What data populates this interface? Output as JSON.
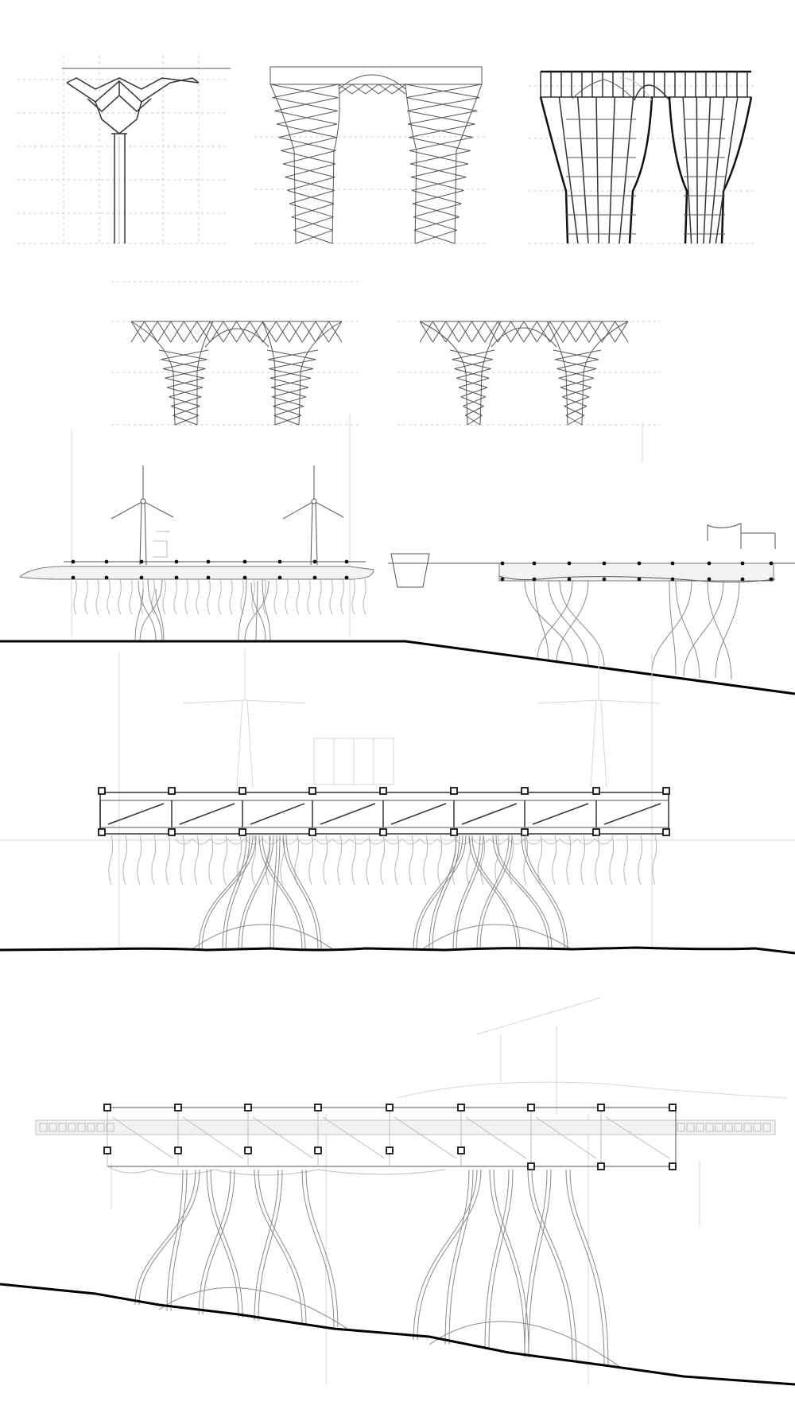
{
  "colors": {
    "background": "#ffffff",
    "line_dark": "#111111",
    "line_mid": "#555555",
    "line_light": "#bdbdbd",
    "grid": "#c9c9c9"
  },
  "panels": [
    {
      "id": "tree-column-diagram",
      "kind": "line-drawing"
    },
    {
      "id": "braced-arch-bridge-diagram",
      "kind": "line-drawing"
    },
    {
      "id": "bold-lattice-arch-diagram",
      "kind": "line-drawing"
    },
    {
      "id": "flared-lattice-arch-left",
      "kind": "line-drawing"
    },
    {
      "id": "flared-lattice-arch-right",
      "kind": "line-drawing"
    },
    {
      "id": "windmill-deck-root-section",
      "kind": "line-drawing"
    },
    {
      "id": "truss-deck-root-section",
      "kind": "line-drawing"
    },
    {
      "id": "sloped-terrain-root-section",
      "kind": "line-drawing"
    }
  ]
}
